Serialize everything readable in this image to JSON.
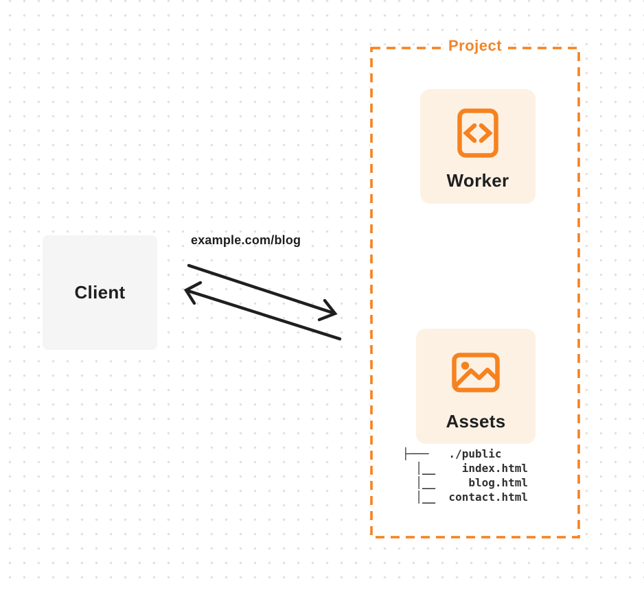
{
  "client": {
    "label": "Client"
  },
  "request": {
    "label": "example.com/blog"
  },
  "project": {
    "label": "Project",
    "accent_color": "#f0862d",
    "border_color": "#f6821f",
    "card_background": "#fdf1e4",
    "worker": {
      "label": "Worker",
      "icon": "code-document-icon"
    },
    "assets": {
      "label": "Assets",
      "icon": "image-icon",
      "file_tree": [
        "├───   ./public",
        "  │__    index.html",
        "  │__     blog.html",
        "  │__  contact.html"
      ]
    }
  },
  "colors": {
    "arrow": "#1f1f1f",
    "client_box_background": "#f5f5f6",
    "dot_grid": "#e2e2e2"
  }
}
